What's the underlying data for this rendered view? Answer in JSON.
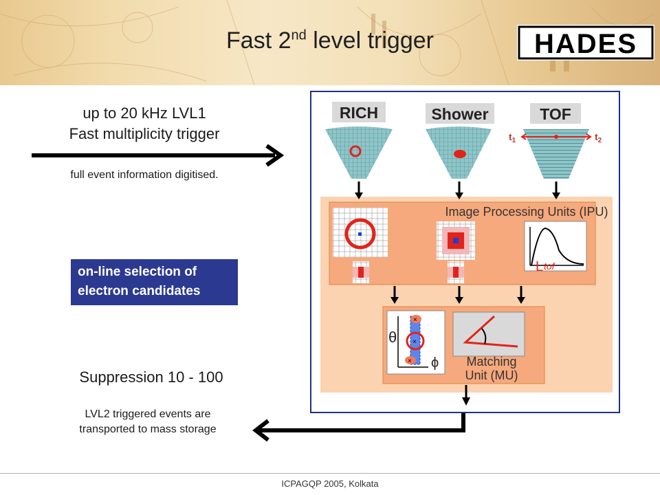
{
  "slide": {
    "title_main": "Fast 2",
    "title_sup": "nd",
    "title_end": " level trigger",
    "logo_text": "HADES",
    "lvl1_line1": "up to 20 kHz LVL1",
    "lvl1_line2": "Fast multiplicity trigger",
    "digitised_note": "full event information digitised.",
    "selection_line1": "on-line selection of",
    "selection_line2": "electron candidates",
    "suppression": "Suppression 10 - 100",
    "lvl2_line1": "LVL2 triggered events are",
    "lvl2_line2": "transported to mass storage",
    "footer": "ICPAGQP 2005, Kolkata"
  },
  "diagram": {
    "detectors": [
      "RICH",
      "Shower",
      "TOF"
    ],
    "tof_t1": "t",
    "tof_t1_sub": "1",
    "tof_t2": "t",
    "tof_t2_sub": "2",
    "ipu_label": "Image Processing Units (IPU)",
    "tof_axis_label": "tof",
    "theta_symbol": "θ",
    "phi_symbol": "ϕ",
    "mu_line1": "Matching",
    "mu_line2": "Unit (MU)"
  },
  "colors": {
    "panel_border": "#1e2e88",
    "selection_box": "#2b3990",
    "ipu_fill": "#f6a97d",
    "outer_fill": "#fbd3b1",
    "detector_fill": "#8ec5c8",
    "highlight_red": "#e2231a",
    "highlight_blue": "#1a3fd6"
  }
}
